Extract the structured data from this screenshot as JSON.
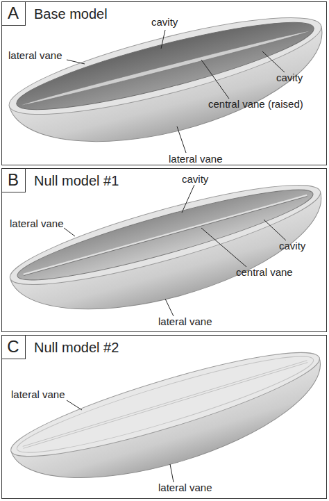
{
  "diagram": {
    "nodes": [
      {
        "text": [
          "Base model"
        ]
      },
      {
        "text": [
          "A"
        ],
        "in": 0
      },
      {
        "text": [
          "Null model #1"
        ]
      },
      {
        "text": [
          "B"
        ],
        "in": 2
      },
      {
        "text": [
          "Null model #2"
        ]
      },
      {
        "text": [
          "C"
        ],
        "in": 4
      }
    ],
    "labels": [
      "cavity",
      "lateral vane",
      "cavity",
      "central vane (raised)",
      "lateral vane",
      "cavity",
      "lateral vane",
      "cavity",
      "central vane",
      "lateral vane",
      "lateral vane",
      "lateral vane"
    ]
  }
}
